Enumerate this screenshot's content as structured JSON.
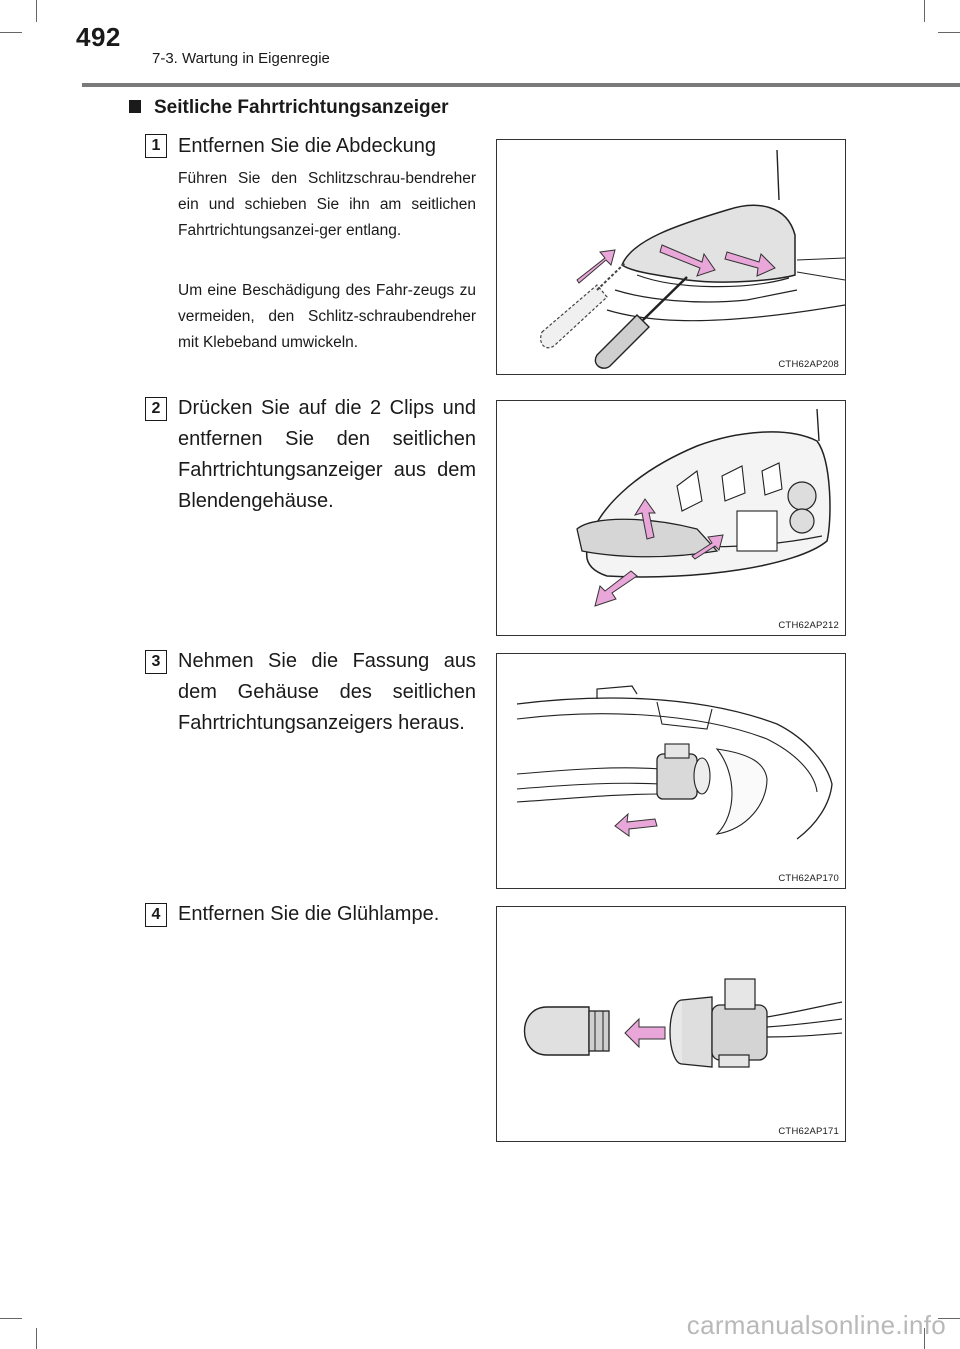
{
  "header": {
    "page_number": "492",
    "running_head": "7-3. Wartung in Eigenregie"
  },
  "section": {
    "heading": "Seitliche Fahrtrichtungsanzeiger"
  },
  "steps": [
    {
      "number": "1",
      "text": "Entfernen Sie die Abdeckung",
      "notes": [
        "Führen Sie den Schlitzschrau-bendreher ein und schieben Sie ihn am seitlichen Fahrtrichtungsanzei-ger entlang.",
        "Um eine Beschädigung des Fahr-zeugs zu vermeiden, den Schlitz-schraubendreher mit Klebeband umwickeln."
      ],
      "figure_code": "CTH62AP208"
    },
    {
      "number": "2",
      "text": "Drücken Sie auf die 2 Clips und entfernen Sie den seitlichen Fahrtrichtungsanzeiger aus dem Blendengehäuse.",
      "figure_code": "CTH62AP212"
    },
    {
      "number": "3",
      "text": "Nehmen Sie die Fassung aus dem Gehäuse des seitlichen Fahrtrichtungsanzeigers heraus.",
      "figure_code": "CTH62AP170"
    },
    {
      "number": "4",
      "text": "Entfernen Sie die Glühlampe.",
      "figure_code": "CTH62AP171"
    }
  ],
  "footer": {
    "watermark": "carmanualsonline.info"
  },
  "colors": {
    "arrow_pink": "#e9a6d8",
    "line": "#1a1a1a",
    "header_rule": "#7a7a7a"
  }
}
